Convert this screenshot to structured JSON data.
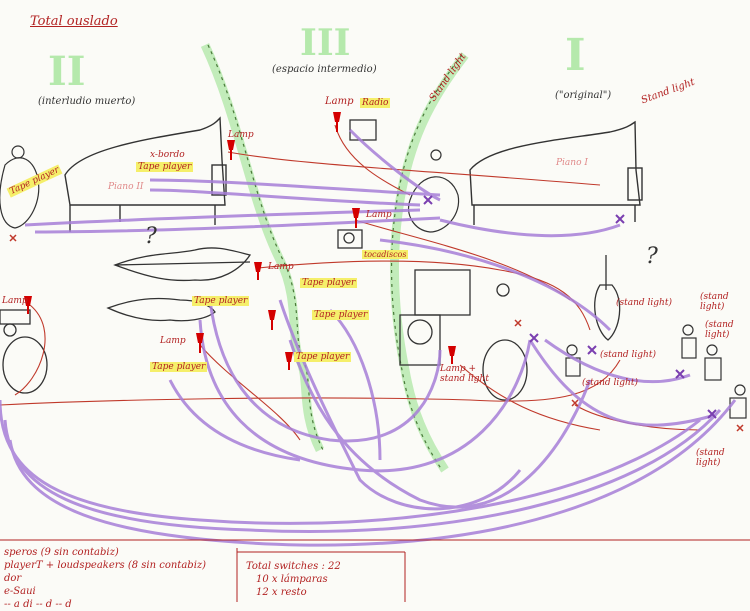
{
  "title": "Total ouslado",
  "sections": {
    "s2": {
      "numeral": "II",
      "caption": "(interludio muerto)"
    },
    "s3": {
      "numeral": "III",
      "caption": "(espacio intermedio)"
    },
    "s1": {
      "numeral": "I",
      "caption": "(\"original\")"
    }
  },
  "labels": {
    "tape_player": "Tape player",
    "lamp": "Lamp",
    "radio": "Radio",
    "stand_light": "Stand light",
    "stand_light_paren": "(stand light)",
    "piano2": "Piano II",
    "piano1": "Piano I",
    "x_bordo": "x-bordo",
    "tocadiscos": "tocadiscos",
    "lamp_stand": "Lamp + stand light",
    "question": "?"
  },
  "notes_left": [
    "speros (9 sin contabiz)",
    "playerT + loudspeakers (8 sin contabiz)",
    "dor",
    "e-Saui",
    "-- a di -- d -- d"
  ],
  "notes_right": [
    "Total switches : 22",
    "10 x lámparas",
    "12 x resto"
  ],
  "colors": {
    "cable": "#a77fd8",
    "wire": "#c0392b",
    "divider": "#a9e6a0",
    "ink": "#333333",
    "highlight": "#f5ef6a"
  }
}
